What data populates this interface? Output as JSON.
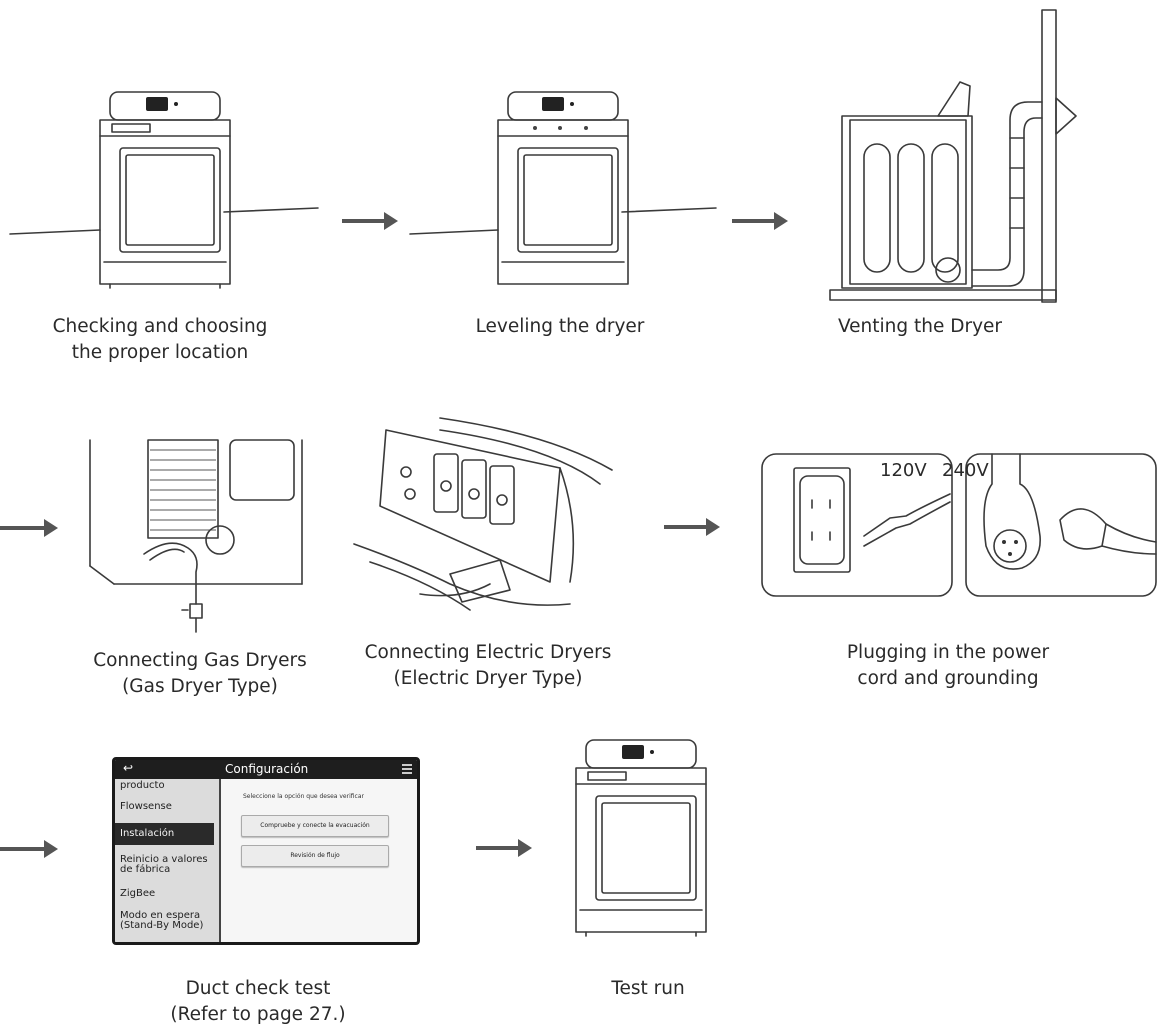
{
  "steps": [
    {
      "caption": "Checking and choosing\nthe proper location",
      "image": "dryer-front-on-floor"
    },
    {
      "caption": "Leveling the dryer",
      "image": "dryer-front-leveling"
    },
    {
      "caption": "Venting the Dryer",
      "image": "dryer-side-vent-duct"
    },
    {
      "caption": "Connecting Gas Dryers\n(Gas Dryer Type)",
      "image": "gas-line-connection"
    },
    {
      "caption": "Connecting Electric Dryers\n(Electric Dryer Type)",
      "image": "terminal-block-connection"
    },
    {
      "caption": "Plugging in the power\ncord and grounding",
      "image": "power-outlets"
    },
    {
      "caption": "Duct check test\n(Refer to page 27.)",
      "image": "control-screen"
    },
    {
      "caption": "Test run",
      "image": "dryer-front-test"
    }
  ],
  "voltage_labels": {
    "v120": "120V",
    "v240": "240V"
  },
  "screen": {
    "title": "Configuración",
    "back_icon": "back-arrow-icon",
    "menu_icon": "menu-icon",
    "menu_items": [
      "producto",
      "Flowsense",
      "Instalación",
      "Reinicio a valores\nde fábrica",
      "ZigBee",
      "Modo en espera\n(Stand-By Mode)"
    ],
    "active_item": "Instalación",
    "prompt": "Seleccione la opción que desea verificar",
    "buttons": [
      "Compruebe y conecte la evacuación",
      "Revisión de flujo"
    ]
  },
  "arrows": [
    "arrow-right-icon",
    "arrow-right-icon",
    "arrow-right-icon",
    "arrow-right-icon",
    "arrow-right-icon",
    "arrow-right-icon",
    "arrow-right-icon"
  ],
  "colors": {
    "line": "#3a3a3a",
    "arrow": "#555555",
    "screen_dark": "#1e1e1e"
  }
}
